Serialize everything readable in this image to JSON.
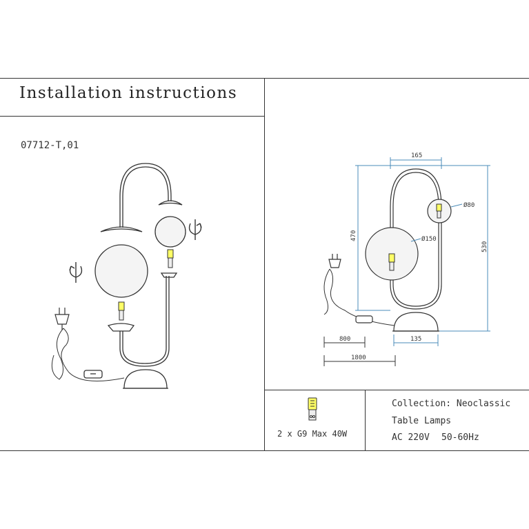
{
  "header": {
    "title": "Installation instructions",
    "model": "07712-T,01"
  },
  "dimensions": {
    "width_top": "165",
    "height_body": "470",
    "height_total": "530",
    "small_globe": "Ø80",
    "large_globe": "Ø150",
    "base": "135",
    "cord_switch": "800",
    "cord_total": "1800"
  },
  "bulb": {
    "spec": "2 x G9 Max 40W"
  },
  "info": {
    "collection": "Collection: Neoclassic",
    "category": "Table Lamps",
    "voltage": "AC 220V",
    "frequency": "50-60Hz"
  },
  "colors": {
    "line": "#333333",
    "dimension": "#4a8bb8",
    "globe_fill": "#f4f4f4"
  }
}
